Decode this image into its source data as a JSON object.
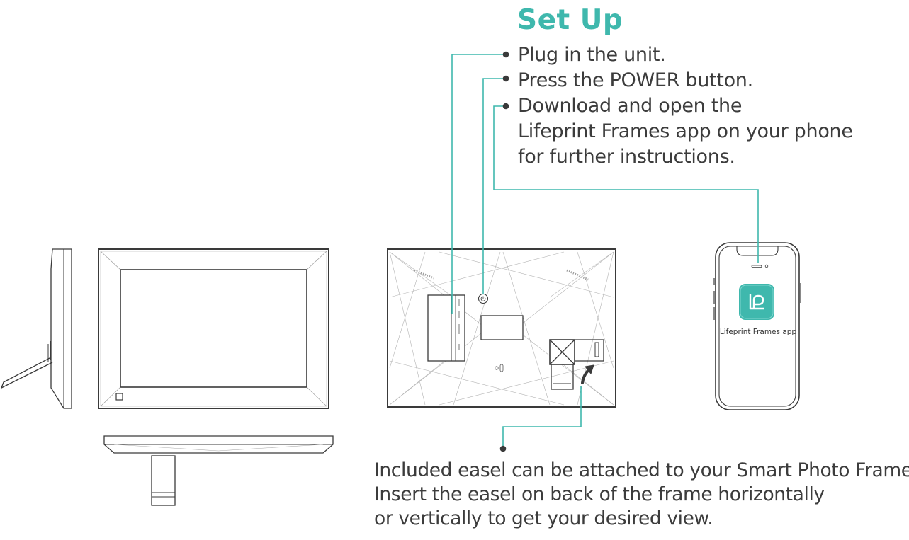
{
  "colors": {
    "accent": "#3fb8ad",
    "ink": "#3a3a3a",
    "line_gray": "#9a9a9a"
  },
  "title": "Set Up",
  "steps": [
    "Plug in the unit.",
    "Press the POWER button.",
    "Download and open the",
    "Lifeprint Frames app on your phone",
    "for further instructions."
  ],
  "app_label": "Lifeprint Frames app",
  "app_icon": "lifeprint-logo-icon",
  "easel_note": [
    "Included easel can be attached to your Smart Photo Frame.",
    "Insert the easel on back of the frame horizontally",
    "or vertically to get your desired view."
  ]
}
